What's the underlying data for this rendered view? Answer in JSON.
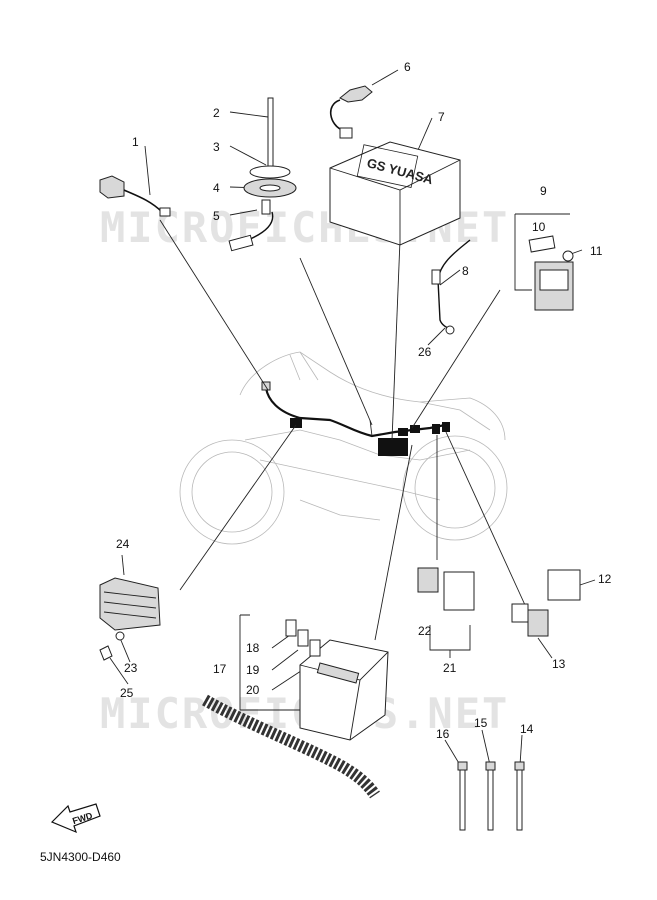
{
  "watermark": {
    "text": "MICROFICHES.NET"
  },
  "diagram_code": "5JN4300-D460",
  "fwd_label": "FWD",
  "callouts": [
    "1",
    "2",
    "3",
    "4",
    "5",
    "6",
    "7",
    "8",
    "9",
    "10",
    "11",
    "12",
    "13",
    "14",
    "15",
    "16",
    "17",
    "18",
    "19",
    "20",
    "21",
    "22",
    "23",
    "24",
    "25",
    "26"
  ],
  "battery_marking": "GS YUASA"
}
